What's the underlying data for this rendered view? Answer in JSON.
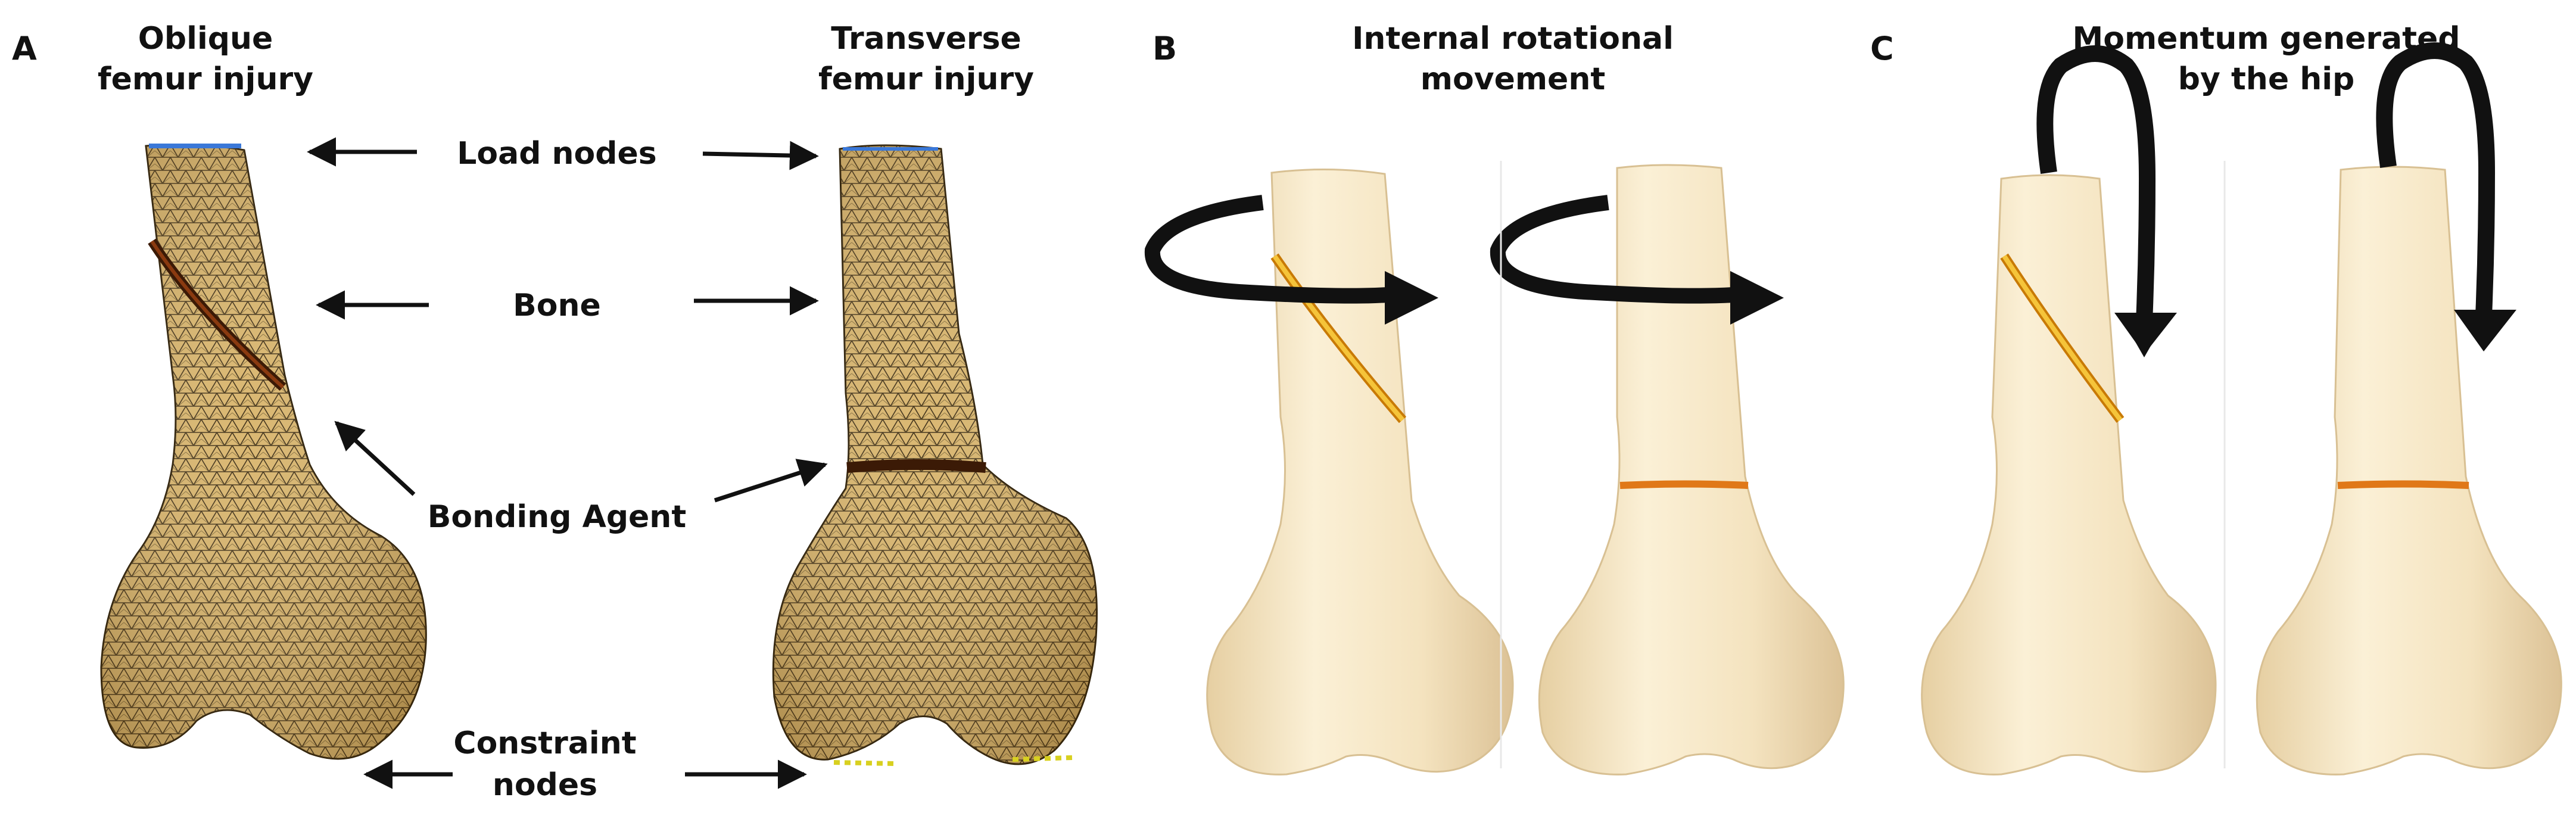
{
  "panel_a": {
    "letter": "A",
    "oblique_title": [
      "Oblique",
      "femur injury"
    ],
    "transverse_title": [
      "Transverse",
      "femur injury"
    ],
    "labels": {
      "load_nodes": "Load nodes",
      "bone": "Bone",
      "bonding_agent": "Bonding Agent",
      "constraint_nodes": [
        "Constraint",
        "nodes"
      ]
    }
  },
  "panel_b": {
    "letter": "B",
    "title": [
      "Internal rotational",
      "movement"
    ]
  },
  "panel_c": {
    "letter": "C",
    "title": [
      "Momentum generated",
      "by the hip"
    ]
  },
  "colors": {
    "mesh_bone": "#d9b56a",
    "mesh_line": "#3a2a10",
    "bone_surface": "#f3e2bd",
    "fracture_band": "#e8a21c",
    "transverse_band": "#e07818",
    "arrow": "#111111"
  }
}
